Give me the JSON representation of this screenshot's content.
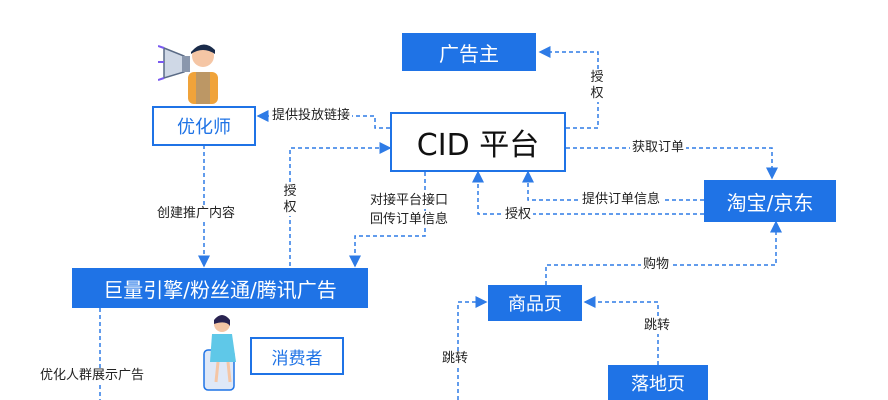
{
  "nodes": {
    "advertiser": "广告主",
    "optimizer": "优化师",
    "cid_platform": "CID 平台",
    "taobao_jd": "淘宝/京东",
    "ad_platforms": "巨量引擎/粉丝通/腾讯广告",
    "product_page": "商品页",
    "consumer": "消费者",
    "landing_page": "落地页"
  },
  "edges": {
    "provide_link": "提供投放链接",
    "authorize_adv": "授权",
    "get_orders": "获取订单",
    "provide_order_info": "提供订单信息",
    "authorize_shop": "授权",
    "connect_line1": "对接平台接口",
    "connect_line2": "回传订单信息",
    "create_content": "创建推广内容",
    "authorize_left": "授权",
    "purchase": "购物",
    "jump_right": "跳转",
    "jump_left": "跳转",
    "optimize_display": "优化人群展示广告"
  },
  "colors": {
    "accent": "#1f73e6",
    "line": "#2e7be6"
  }
}
